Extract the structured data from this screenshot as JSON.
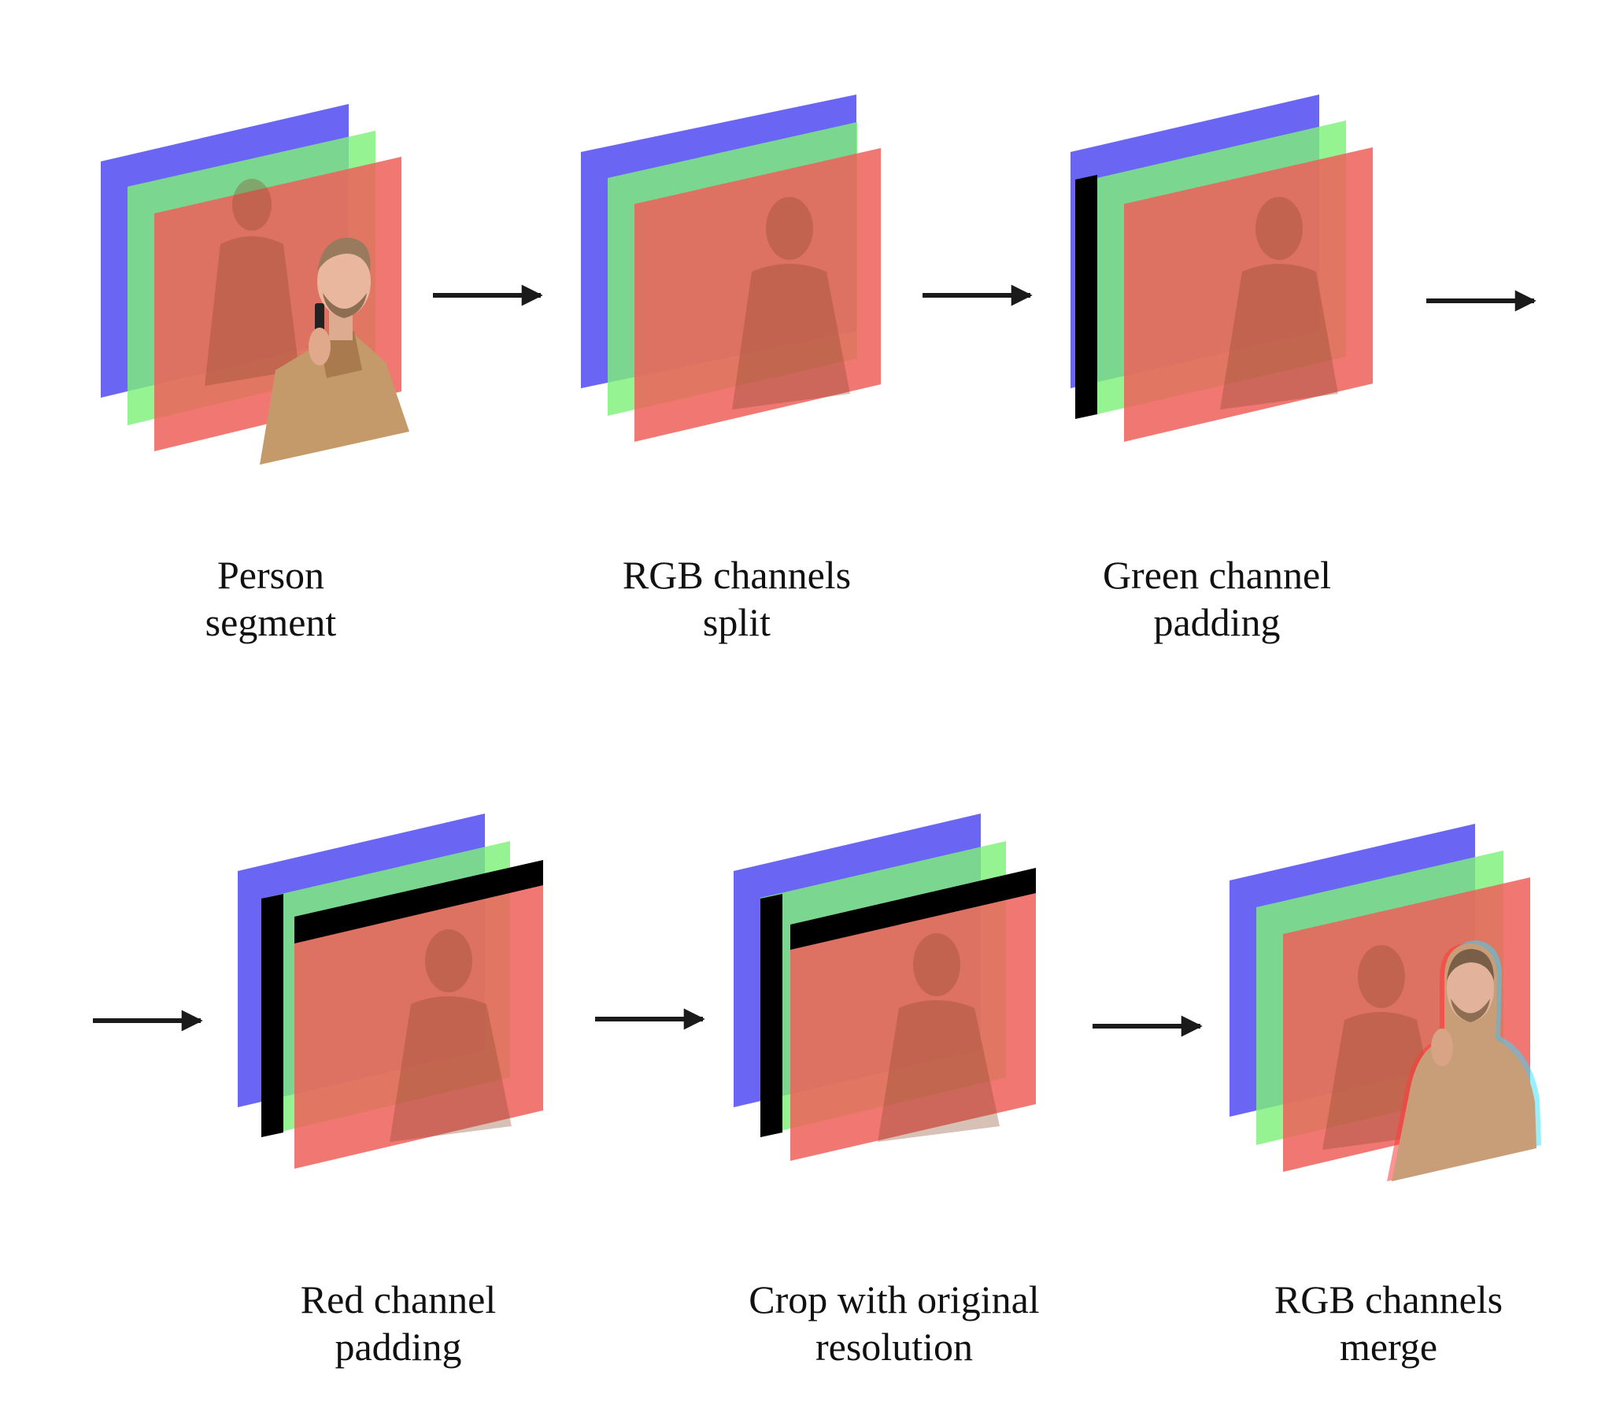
{
  "steps": [
    {
      "line1": "Person",
      "line2": "segment",
      "padding": "none",
      "overlay": "person"
    },
    {
      "line1": "RGB channels",
      "line2": "split",
      "padding": "none",
      "overlay": "none"
    },
    {
      "line1": "Green channel",
      "line2": "padding",
      "padding": "green-left",
      "overlay": "none"
    },
    {
      "line1": "Red channel",
      "line2": "padding",
      "padding": "green-left+red-top",
      "overlay": "none"
    },
    {
      "line1": "Crop with original",
      "line2": "resolution",
      "padding": "green-left+red-top",
      "overlay": "none"
    },
    {
      "line1": "RGB channels",
      "line2": "merge",
      "padding": "none",
      "overlay": "glitch-person"
    }
  ],
  "colors": {
    "blue_plane": "#6a66f3",
    "green_plane": "#7ff07a",
    "red_plane": "#ee5f5a",
    "padding": "#000000",
    "arrow": "#1a1a1a",
    "skin": "#e9b79d",
    "hair": "#9a7a5c",
    "coat": "#c59a6a"
  }
}
